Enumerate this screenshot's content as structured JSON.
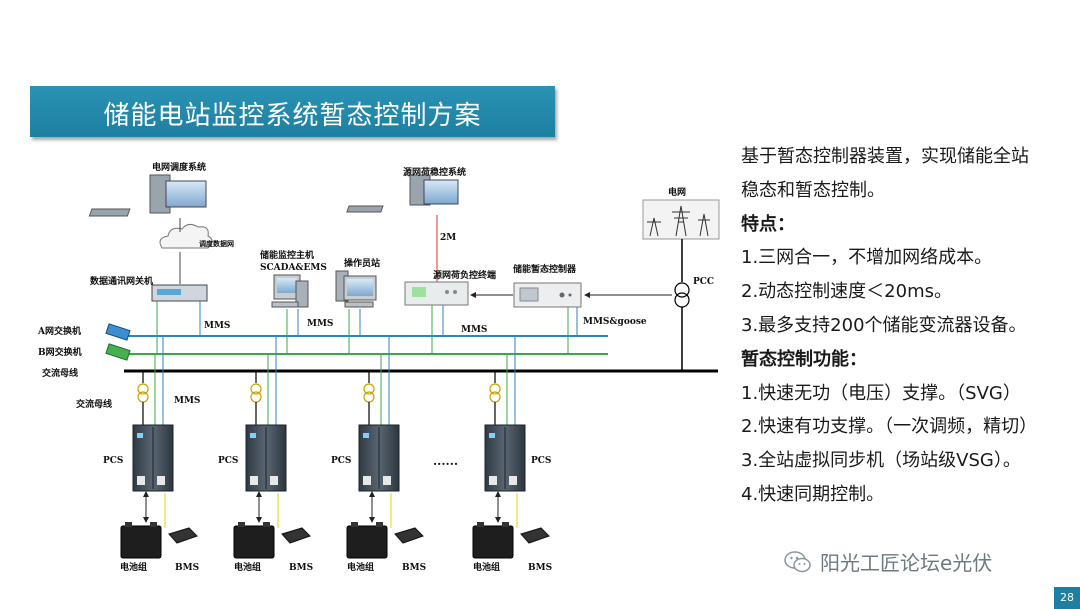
{
  "slide": {
    "title": "储能电站监控系统暂态控制方案",
    "page_number": "28",
    "watermark": "阳光工匠论坛e光伏"
  },
  "diagram": {
    "grid_dispatch": "电网调度系统",
    "dispatch_net": "调度数据网",
    "gateway": "数据通讯网关机",
    "monitor_host": "储能监控主机",
    "scada": "SCADA&EMS",
    "operator": "操作员站",
    "source_system": "源网荷稳控系统",
    "link_2m": "2M",
    "terminal": "源网荷负控终端",
    "controller": "储能暂态控制器",
    "grid": "电网",
    "pcc": "PCC",
    "switch_a": "A网交换机",
    "switch_b": "B网交换机",
    "ac_bus": "交流母线",
    "ac_bus2": "交流母线",
    "mms": "MMS",
    "mms_goose": "MMS&goose",
    "pcs": "PCS",
    "battery": "电池组",
    "bms": "BMS",
    "ellipsis": "......"
  },
  "panel": {
    "intro1": "基于暂态控制器装置，实现储能全站",
    "intro2": "稳态和暂态控制。",
    "features_heading": "特点：",
    "features": [
      "1.三网合一，不增加网络成本。",
      "2.动态控制速度＜20ms。",
      "3.最多支持200个储能变流器设备。"
    ],
    "functions_heading": "暂态控制功能：",
    "functions": [
      "1.快速无功（电压）支撑。（SVG）",
      "2.快速有功支撑。（一次调频，精切）",
      "3.全站虚拟同步机（场站级VSG）。",
      "4.快速同期控制。"
    ]
  },
  "colors": {
    "title_bar": "#1d87aa",
    "net_a": "#2e86c1",
    "net_b": "#3aa84a",
    "fiber": "#e03030",
    "power": "#000000",
    "yellow": "#e8d200"
  }
}
